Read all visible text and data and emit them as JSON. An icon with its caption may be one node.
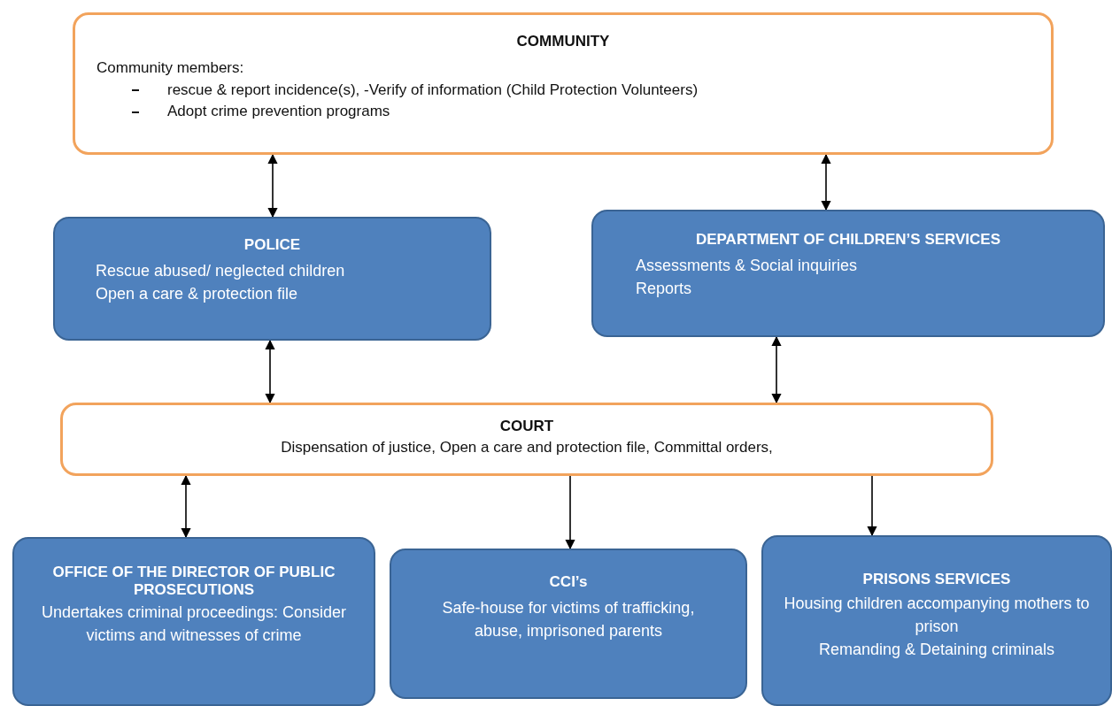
{
  "diagram": {
    "nodes": [
      {
        "text": [
          "COMMUNITY",
          "Community members:",
          "rescue & report incidence(s),  -Verify of information (Child Protection Volunteers)",
          "Adopt crime prevention programs"
        ]
      },
      {
        "text": [
          "POLICE",
          "Rescue abused/ neglected children",
          "Open a care & protection file"
        ]
      },
      {
        "text": [
          "DEPARTMENT  OF CHILDREN’S SERVICES",
          "Assessments & Social inquiries",
          "Reports"
        ]
      },
      {
        "text": [
          "COURT",
          "Dispensation of justice, Open a care and protection file, Committal orders,"
        ]
      },
      {
        "text": [
          "OFFICE OF THE DIRECTOR OF PUBLIC PROSECUTIONS",
          "Undertakes criminal proceedings: Consider victims and witnesses of crime"
        ]
      },
      {
        "text": [
          "CCI’s",
          "Safe-house for victims of trafficking, abuse, imprisoned parents"
        ]
      },
      {
        "text": [
          "PRISONS SERVICES",
          "Housing children accompanying mothers to prison",
          "Remanding & Detaining criminals"
        ]
      }
    ],
    "edges": [
      {
        "from": 0,
        "to": 1,
        "arrow": "both"
      },
      {
        "from": 0,
        "to": 2,
        "arrow": "both"
      },
      {
        "from": 1,
        "to": 3,
        "arrow": "both"
      },
      {
        "from": 2,
        "to": 3,
        "arrow": "both"
      },
      {
        "from": 3,
        "to": 4,
        "arrow": "both"
      },
      {
        "from": 3,
        "to": 5,
        "arrow": "to"
      },
      {
        "from": 3,
        "to": 6,
        "arrow": "to"
      }
    ]
  }
}
